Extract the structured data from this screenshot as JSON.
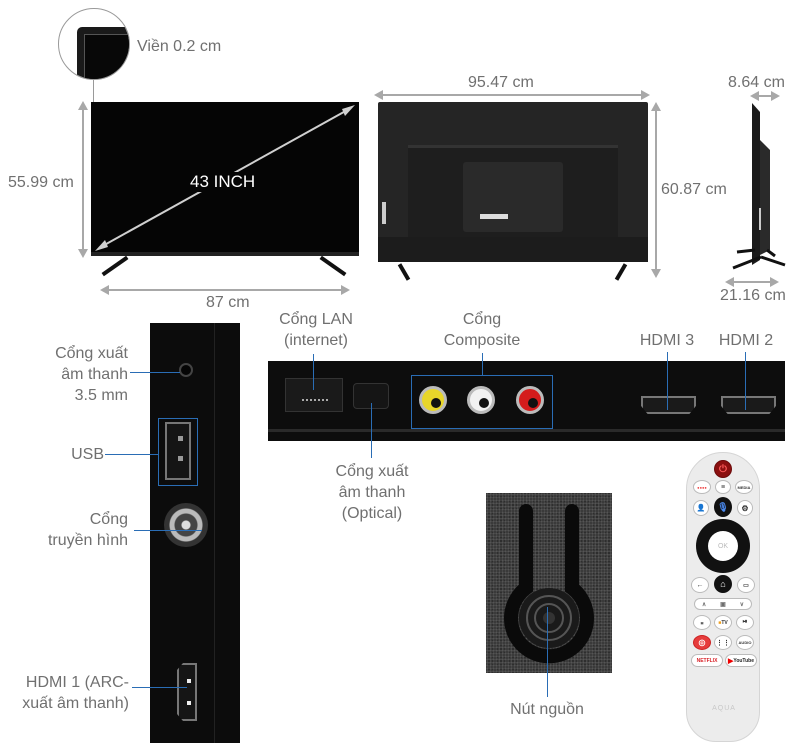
{
  "dimensions": {
    "bezel": "Viền 0.2 cm",
    "front_height": "55.99 cm",
    "front_width": "87 cm",
    "screen_size": "43 INCH",
    "back_width": "95.47 cm",
    "back_height": "60.87 cm",
    "side_depth": "8.64 cm",
    "stand_depth": "21.16 cm"
  },
  "side_ports": [
    {
      "label_lines": [
        "Cổng xuất",
        "âm thanh",
        "3.5 mm"
      ],
      "type": "audio-jack"
    },
    {
      "label_lines": [
        "USB"
      ],
      "type": "usb"
    },
    {
      "label_lines": [
        "Cổng",
        "truyền hình"
      ],
      "type": "antenna"
    },
    {
      "label_lines": [
        "HDMI 1 (ARC-",
        "xuất âm thanh)"
      ],
      "type": "hdmi"
    }
  ],
  "bottom_ports": [
    {
      "label_lines": [
        "Cổng LAN",
        "(internet)"
      ],
      "type": "lan"
    },
    {
      "label_lines": [
        "Cổng xuất",
        "âm thanh",
        "(Optical)"
      ],
      "type": "optical"
    },
    {
      "label_lines": [
        "Cổng",
        "Composite"
      ],
      "type": "composite",
      "colors": [
        "#e8d62a",
        "#f2f2f2",
        "#d41c1c"
      ]
    },
    {
      "label_lines": [
        "HDMI 3"
      ],
      "type": "hdmi"
    },
    {
      "label_lines": [
        "HDMI 2"
      ],
      "type": "hdmi"
    }
  ],
  "power_button": {
    "label": "Nút nguồn"
  },
  "remote": {
    "ok_label": "OK",
    "media_label": "MEDIA",
    "audio_label": "AUDIO",
    "netflix_label": "NETFLIX",
    "youtube_label": "YouTube",
    "tv_label": "TV",
    "brand": "AQUA"
  },
  "colors": {
    "callout_line": "#2a6db5",
    "label_text": "#707070",
    "dimension_arrow": "#a8a8a8"
  }
}
